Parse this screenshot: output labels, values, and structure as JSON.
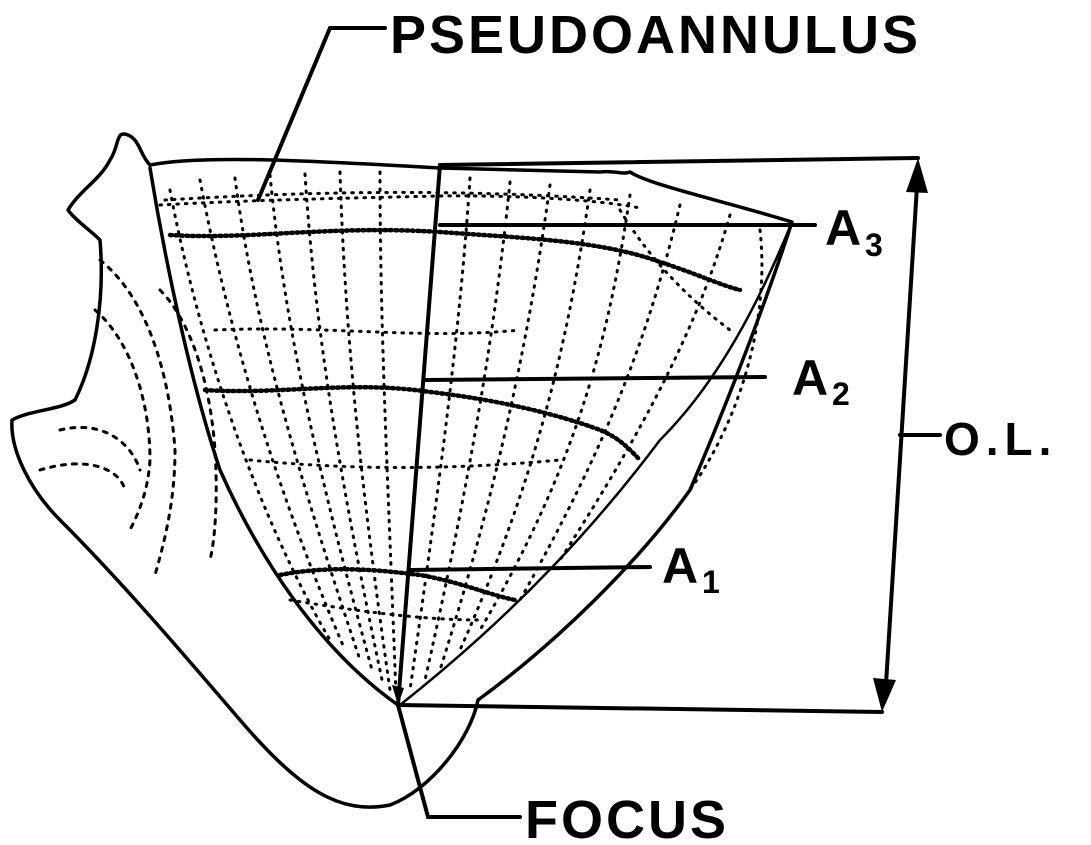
{
  "diagram": {
    "labels": {
      "pseudoannulus": "PSEUDOANNULUS",
      "a3": "A",
      "a3_sub": "3",
      "a2": "A",
      "a2_sub": "2",
      "a1": "A",
      "a1_sub": "1",
      "ol": "O.L.",
      "focus": "FOCUS"
    },
    "colors": {
      "ink": "#000000",
      "paper": "#ffffff"
    }
  }
}
